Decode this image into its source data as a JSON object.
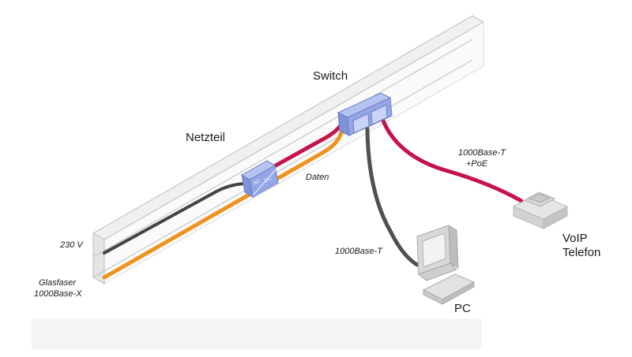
{
  "labels": {
    "switch": "Switch",
    "netzteil": "Netzteil",
    "daten": "Daten",
    "phone_link_line1": "1000Base-T",
    "phone_link_line2": "+PoE",
    "pc_link": "1000Base-T",
    "voip_line1": "VoIP",
    "voip_line2": "Telefon",
    "pc": "PC",
    "power_in": "230 V",
    "fiber_line1": "Glasfaser",
    "fiber_line2": "1000Base-X",
    "psu_ac": "AC",
    "psu_dc": "DC"
  },
  "colors": {
    "power_cable": "#444444",
    "fiber_cable": "#f0921e",
    "poe_cable": "#c5124a",
    "pc_cable": "#505050",
    "duct": "#bdbdbd",
    "device_blue": "#93a6e6"
  }
}
